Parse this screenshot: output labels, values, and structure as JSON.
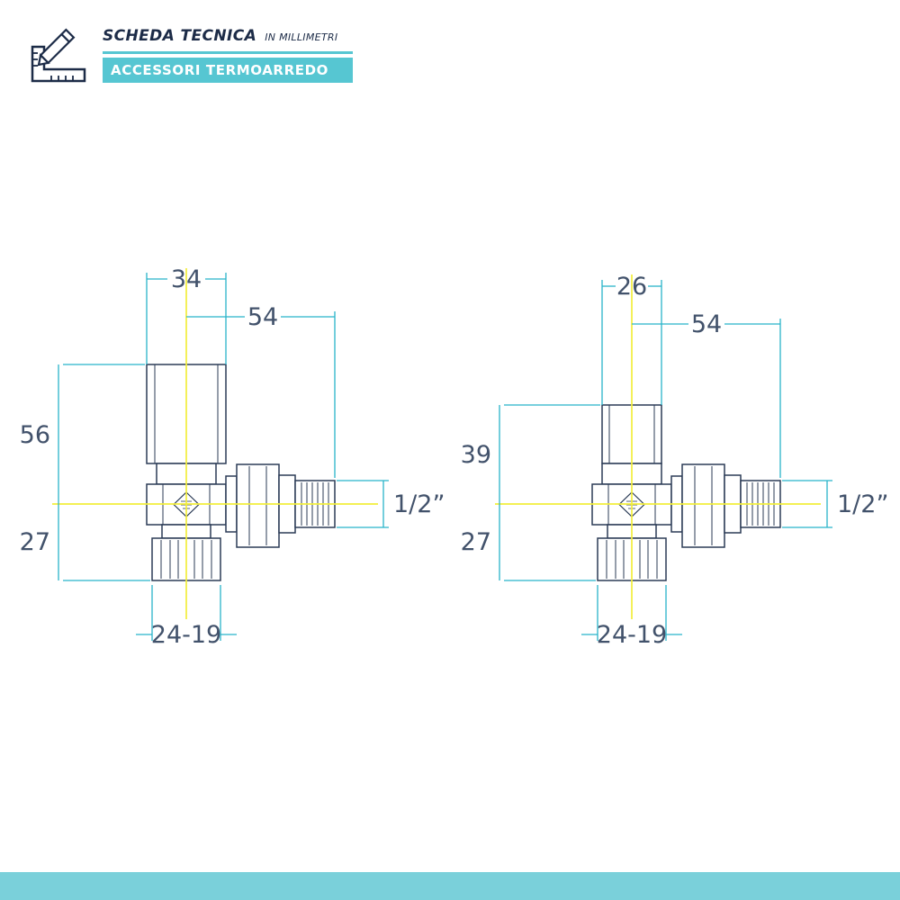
{
  "header": {
    "title": "SCHEDA TECNICA",
    "subtitle": "IN MILLIMETRI",
    "badge": "ACCESSORI TERMOARREDO"
  },
  "colors": {
    "teal_accent": "#56c6d2",
    "footer_teal": "#7ad0da",
    "drawing_navy": "#2b3b56",
    "dimension_cyan": "#28b4c9",
    "centerline_yellow": "#f3ee3c",
    "label_color": "#42526b",
    "title_navy": "#1c2b47"
  },
  "left_valve": {
    "top_width": "34",
    "side_width": "54",
    "upper_height": "56",
    "lower_height": "27",
    "bottom_width": "24-19",
    "thread_size": "1/2”"
  },
  "right_valve": {
    "top_width": "26",
    "side_width": "54",
    "upper_height": "39",
    "lower_height": "27",
    "bottom_width": "24-19",
    "thread_size": "1/2”"
  }
}
